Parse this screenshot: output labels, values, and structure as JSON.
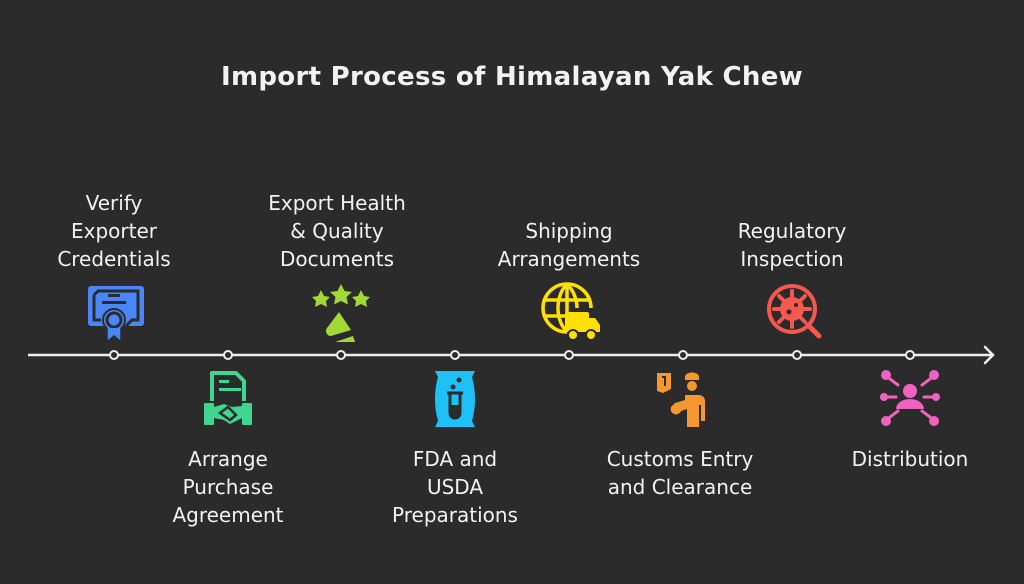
{
  "title": "Import Process of Himalayan Yak Chew",
  "steps": [
    {
      "label": "Verify\nExporter\nCredentials",
      "icon": "certificate-icon",
      "color": "#4a86f7",
      "position": "top"
    },
    {
      "label": "Arrange\nPurchase\nAgreement",
      "icon": "contract-handshake-icon",
      "color": "#3fd68f",
      "position": "bottom"
    },
    {
      "label": "Export Health\n& Quality\nDocuments",
      "icon": "rating-stars-icon",
      "color": "#a3d936",
      "position": "top"
    },
    {
      "label": "FDA and\nUSDA\nPreparations",
      "icon": "lab-sample-bag-icon",
      "color": "#1ec1f5",
      "position": "bottom"
    },
    {
      "label": "Shipping\nArrangements",
      "icon": "global-shipping-truck-icon",
      "color": "#ffe000",
      "position": "top"
    },
    {
      "label": "Customs Entry\nand Clearance",
      "icon": "customs-officer-icon",
      "color": "#f7982f",
      "position": "bottom"
    },
    {
      "label": "Regulatory\nInspection",
      "icon": "virus-magnifier-icon",
      "color": "#f5584f",
      "position": "top"
    },
    {
      "label": "Distribution",
      "icon": "distribution-network-icon",
      "color": "#f062c0",
      "position": "bottom"
    }
  ]
}
